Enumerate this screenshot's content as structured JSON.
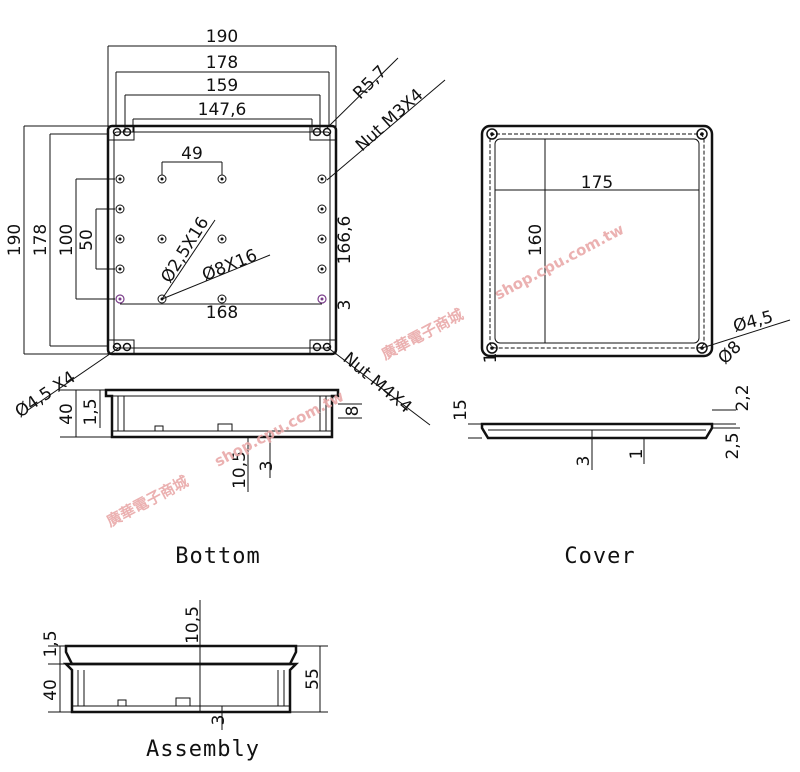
{
  "views": {
    "bottom_title": "Bottom",
    "cover_title": "Cover",
    "assembly_title": "Assembly"
  },
  "bottom_dims": {
    "w190": "190",
    "w178": "178",
    "w159": "159",
    "w147": "147,6",
    "r57": "R5,7",
    "nut_m3": "Nut M3X4",
    "h190": "190",
    "h178": "178",
    "h100": "100",
    "h50": "50",
    "w49": "49",
    "hole25": "Ø2,5X16",
    "hole8": "Ø8X16",
    "h1666": "166,6",
    "w168": "168",
    "d3": "3",
    "hole45": "Ø4,5 X4",
    "nut_m4": "Nut M4X4"
  },
  "bottom_side": {
    "h40": "40",
    "h15": "1,5",
    "h8": "8",
    "h105": "10,5",
    "d3": "3"
  },
  "cover_dims": {
    "w175": "175",
    "h160": "160",
    "hole45": "Ø4,5",
    "hole8": "Ø8",
    "d1": "1"
  },
  "cover_side": {
    "h15": "15",
    "h22": "2,2",
    "d3": "3",
    "d1": "1",
    "h25": "2,5"
  },
  "assembly_dims": {
    "h15": "1,5",
    "h40": "40",
    "h105": "10,5",
    "h55": "55",
    "d3": "3"
  },
  "watermark": {
    "line1": "廣華電子商城",
    "line2": "shop.cpu.com.tw",
    "line3": "廣華電子商城",
    "line4": "shop.cpu.com.tw",
    "color": "#e08a8a"
  }
}
